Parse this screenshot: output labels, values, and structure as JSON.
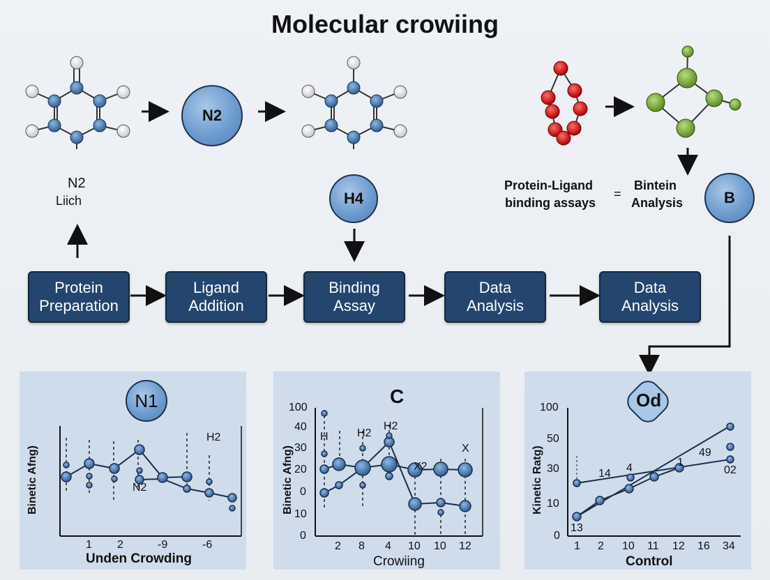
{
  "title": "Molecular crowiing",
  "molecules": {
    "left_ring_label_1": "N2",
    "left_ring_label_2": "Liich",
    "n2_bubble": "N2",
    "h4_bubble": "H4",
    "b_bubble": "B",
    "protein_ligand_1": "Protein-Ligand",
    "protein_ligand_2": "binding assays",
    "equals": "=",
    "bintein_1": "Bintein",
    "bintein_2": "Analysis"
  },
  "steps": [
    {
      "line1": "Protein",
      "line2": "Preparation"
    },
    {
      "line1": "Ligand",
      "line2": "Addition"
    },
    {
      "line1": "Binding",
      "line2": "Assay"
    },
    {
      "line1": "Data",
      "line2": "Analysis"
    },
    {
      "line1": "Data",
      "line2": "Analysis"
    }
  ],
  "panels": [
    {
      "badge": "N1",
      "ylabel": "Binetic Afng)",
      "xlabel": "Unden Crowding",
      "xticks": [
        "1",
        "2",
        "-9",
        "-6"
      ],
      "annotations": [
        "H2",
        "N2"
      ]
    },
    {
      "badge": "C",
      "ylabel": "Binetic Afng)",
      "xlabel": "Crowiing",
      "yticks": [
        "100",
        "40",
        "30",
        "20",
        "0",
        "10",
        "0"
      ],
      "xticks": [
        "2",
        "8",
        "4",
        "10",
        "10",
        "12"
      ],
      "annotations": [
        "H",
        "H2",
        "H2",
        "X2",
        "X"
      ]
    },
    {
      "badge": "Od",
      "ylabel": "Kinetic Ratg)",
      "xlabel": "Control",
      "yticks": [
        "100",
        "50",
        "30",
        "10",
        "0"
      ],
      "xticks": [
        "1",
        "2",
        "10",
        "11",
        "12",
        "16",
        "34"
      ],
      "annotations": [
        "14",
        "4",
        "1",
        "49",
        "02",
        "13"
      ]
    }
  ],
  "colors": {
    "step_fill": "#24456e",
    "bubble": "#6e9ccf",
    "panel_bg": "#cfdcec",
    "node_blue": "#3d6ea8",
    "node_red": "#d11414",
    "node_green": "#7fb042"
  }
}
